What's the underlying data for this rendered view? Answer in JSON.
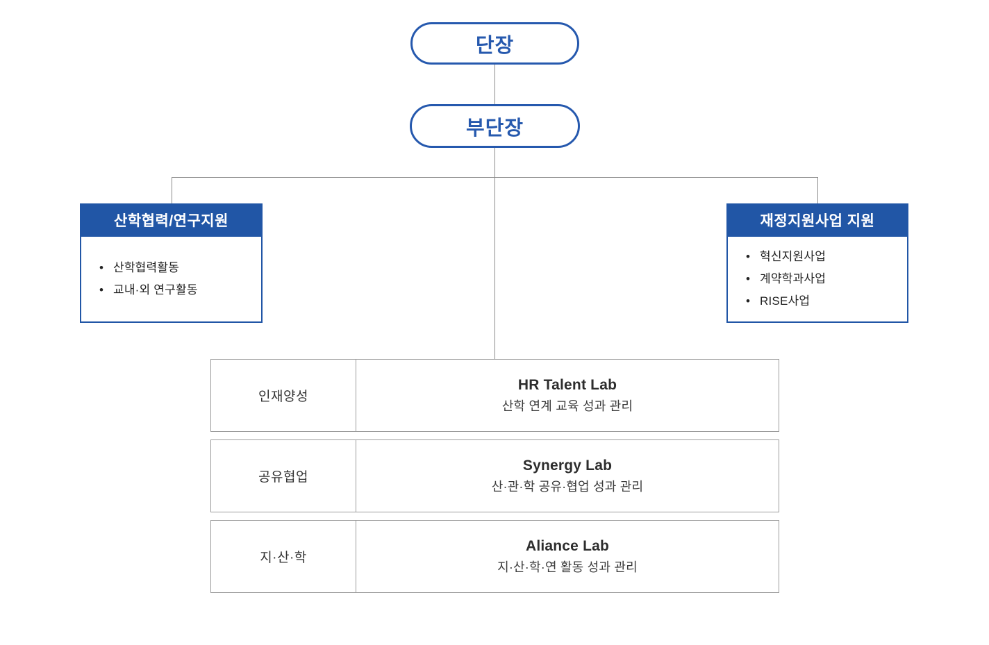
{
  "org_chart": {
    "director": {
      "label": "단장"
    },
    "deputy_director": {
      "label": "부단장"
    },
    "left_box": {
      "title": "산학협력/연구지원",
      "items": [
        "산학협력활동",
        "교내·외 연구활동"
      ]
    },
    "right_box": {
      "title": "재정지원사업 지원",
      "items": [
        "혁신지원사업",
        "계약학과사업",
        "RISE사업"
      ]
    },
    "labs": [
      {
        "category": "인재양성",
        "title": "HR Talent Lab",
        "desc": "산학 연계 교육 성과 관리"
      },
      {
        "category": "공유협업",
        "title": "Synergy Lab",
        "desc": "산·관·학 공유·협업 성과 관리"
      },
      {
        "category": "지·산·학",
        "title": "Aliance Lab",
        "desc": "지·산·학·연 활동 성과 관리"
      }
    ],
    "colors": {
      "accent_blue": "#2156A6",
      "pill_blue": "#2659AE",
      "connector_gray": "#8a8a8a",
      "box_border_gray": "#9b9b9b"
    }
  }
}
